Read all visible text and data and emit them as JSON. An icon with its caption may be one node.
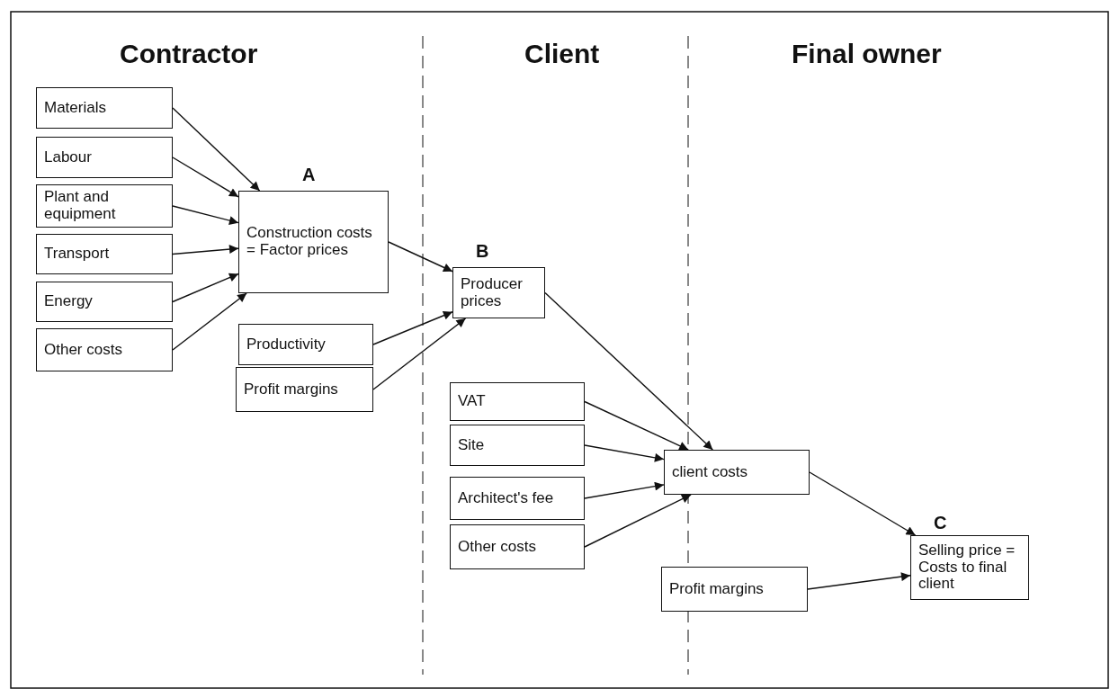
{
  "diagram": {
    "nodes": [
      {
        "text": [
          "Materials"
        ]
      },
      {
        "text": [
          "Labour"
        ]
      },
      {
        "text": [
          "Plant and equipment"
        ]
      },
      {
        "text": [
          "Transport"
        ]
      },
      {
        "text": [
          "Energy"
        ]
      },
      {
        "text": [
          "Other costs"
        ]
      },
      {
        "text": [
          "Construction costs = Factor prices"
        ],
        "beside": [
          "A"
        ]
      },
      {
        "text": [
          "Productivity"
        ]
      },
      {
        "text": [
          "Profit margins"
        ]
      },
      {
        "text": [
          "Producer prices"
        ],
        "beside": [
          "B"
        ]
      },
      {
        "text": [
          "VAT"
        ]
      },
      {
        "text": [
          "Site"
        ]
      },
      {
        "text": [
          "Architect's fee"
        ]
      },
      {
        "text": [
          "Other costs"
        ]
      },
      {
        "text": [
          "client costs"
        ]
      },
      {
        "text": [
          "Selling price = Costs to final client"
        ],
        "beside": [
          "C"
        ]
      },
      {
        "text": [
          "Profit margins"
        ]
      }
    ],
    "edges": [
      {
        "from": 0,
        "to": 6,
        "arrow": "to"
      },
      {
        "from": 1,
        "to": 6,
        "arrow": "to"
      },
      {
        "from": 2,
        "to": 6,
        "arrow": "to"
      },
      {
        "from": 3,
        "to": 6,
        "arrow": "to"
      },
      {
        "from": 4,
        "to": 6,
        "arrow": "to"
      },
      {
        "from": 5,
        "to": 6,
        "arrow": "to"
      },
      {
        "from": 6,
        "to": 9,
        "arrow": "to"
      },
      {
        "from": 7,
        "to": 9,
        "arrow": "to"
      },
      {
        "from": 8,
        "to": 9,
        "arrow": "to"
      },
      {
        "from": 9,
        "to": 14,
        "arrow": "to"
      },
      {
        "from": 10,
        "to": 14,
        "arrow": "to"
      },
      {
        "from": 11,
        "to": 14,
        "arrow": "to"
      },
      {
        "from": 12,
        "to": 14,
        "arrow": "to"
      },
      {
        "from": 13,
        "to": 14,
        "arrow": "to"
      },
      {
        "from": 14,
        "to": 15,
        "arrow": "to"
      },
      {
        "from": 16,
        "to": 15,
        "arrow": "to"
      }
    ],
    "labels": [
      "Contractor",
      "Client",
      "Final owner"
    ]
  }
}
